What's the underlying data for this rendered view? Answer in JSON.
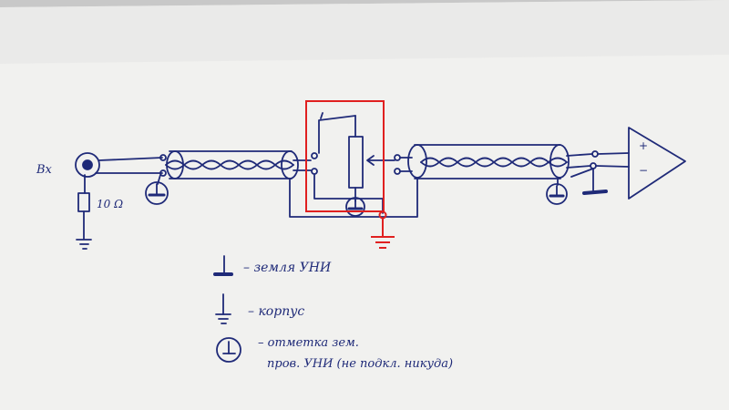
{
  "colors": {
    "ink": "#1f2a78",
    "highlight": "#e02020",
    "paper": "#f2f2f0",
    "table": "#c8c8c8"
  },
  "labels": {
    "input": "Вх",
    "resistor": "10 Ω",
    "amp_plus": "+",
    "amp_minus": "−"
  },
  "legend": {
    "item1": "– земля УНИ",
    "item2": "– корпус",
    "item3_line1": "– отметка зем.",
    "item3_line2": "пров. УНИ (не подкл. никуда)"
  }
}
